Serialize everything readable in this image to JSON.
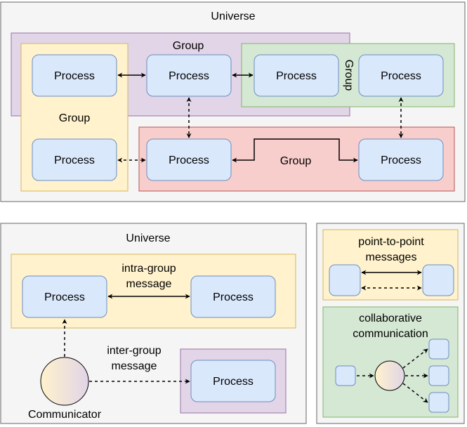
{
  "top": {
    "universe_label": "Universe",
    "group_purple_label": "Group",
    "group_yellow_label": "Group",
    "group_green_label": "Group",
    "group_red_label": "Group",
    "process_label": "Process"
  },
  "bottom_left": {
    "universe_label": "Universe",
    "intra_label_line1": "intra-group",
    "intra_label_line2": "message",
    "inter_label_line1": "inter-group",
    "inter_label_line2": "message",
    "process_label": "Process",
    "communicator_label": "Communicator"
  },
  "legend": {
    "p2p_line1": "point-to-point",
    "p2p_line2": "messages",
    "collab_line1": "collaborative",
    "collab_line2": "communication"
  },
  "colors": {
    "universe_fill": "#f5f5f5",
    "group_purple": "#e1d5e7",
    "group_yellow": "#fff2cc",
    "group_green": "#d5e8d4",
    "group_red": "#f8cecc",
    "process_fill": "#dae8fc",
    "process_stroke": "#6c8ebf"
  }
}
